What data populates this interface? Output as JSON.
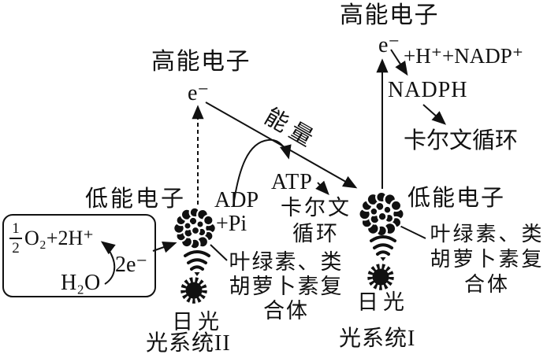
{
  "diagram": {
    "ps2": {
      "high_energy": "高能电子",
      "electron": "e⁻",
      "low_energy": "低能电子",
      "complex": {
        "line1": "叶绿素、类",
        "line2": "胡萝卜素复",
        "line3": "合体"
      },
      "sunlight": "日光",
      "name": "光系统II"
    },
    "ps1": {
      "high_energy": "高能电子",
      "electron": "e⁻",
      "low_energy": "低能电子",
      "complex": {
        "line1": "叶绿素、类",
        "line2": "胡萝卜素复",
        "line3": "合体"
      },
      "sunlight": "日光",
      "name": "光系统I"
    },
    "energy": "能量",
    "adp": "ADP",
    "pi": "+Pi",
    "atp": "ATP",
    "calvin_center": {
      "line1": "卡尔文",
      "line2": "循环"
    },
    "nadp_reaction": "+H⁺+NADP⁺",
    "nadph": "NADPH",
    "calvin_right": "卡尔文循环",
    "water_box": {
      "frac_num": "1",
      "frac_den": "2",
      "oxygen": "O₂+2H⁺",
      "water": "H₂O",
      "electrons": "2e⁻"
    },
    "icons": {
      "pigment_blob": "pigment-complex-blob",
      "light_rays": "light-rays-icon",
      "sun": "sun-icon"
    },
    "colors": {
      "ink": "#111111",
      "background": "#ffffff"
    }
  }
}
